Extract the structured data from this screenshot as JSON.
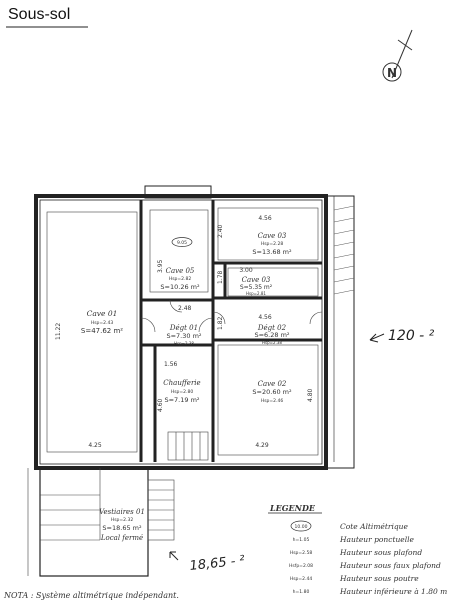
{
  "title": "Sous-sol",
  "north_label": "N",
  "rooms": {
    "cave01": {
      "name": "Cave 01",
      "hsp": "Hsp=2.43",
      "area": "S=47.62 m²"
    },
    "cave05": {
      "name": "Cave 05",
      "hsp": "Hsp=2.82",
      "area": "S=10.26 m²"
    },
    "cave03": {
      "name": "Cave 03",
      "hsp": "Hsp=2.28",
      "area": "S=13.68 m²"
    },
    "cave03b": {
      "name": "Cave 03",
      "hsp": "Hsp=2.81",
      "area": "S=5.35 m²"
    },
    "dgt01": {
      "name": "Dégt 01",
      "area": "S=7.30 m²",
      "hsp": "Hsp=2.38"
    },
    "dgt02": {
      "name": "Dégt 02",
      "area": "S=6.28 m²",
      "hsp": "Hsp=2.38"
    },
    "chaufferie": {
      "name": "Chaufferie",
      "hsp": "Hsp=2.80",
      "area": "S=7.19 m²"
    },
    "cave02": {
      "name": "Cave 02",
      "area": "S=20.60 m²",
      "hsp": "Hsp=2.46"
    },
    "vestiaires": {
      "name": "Vestiaires 01",
      "hsp": "Hsp=2.32",
      "area": "S=18.65 m²"
    },
    "local": {
      "name": "Local fermé"
    }
  },
  "dimensions": {
    "d1": "4.56",
    "d2": "2.40",
    "d3": "3.00",
    "d4": "1.78",
    "d5": "3.95",
    "d6": "2.48",
    "d7": "11.22",
    "d8": "1.82",
    "d9": "4.56",
    "d10": "1.56",
    "d11": "4.80",
    "d12": "4.60",
    "d13": "4.25",
    "d14": "4.29",
    "d15": "9.05"
  },
  "annotations": {
    "hand_right": "120 - ²",
    "hand_bottom": "18,65 - ²"
  },
  "legend": {
    "title": "LEGENDE",
    "items": [
      {
        "symbol": "10.00",
        "text": "Cote Altimétrique"
      },
      {
        "symbol": "h=1.05",
        "text": "Hauteur ponctuelle"
      },
      {
        "symbol": "Hsp=2.58",
        "text": "Hauteur sous plafond"
      },
      {
        "symbol": "Hsfp=2.08",
        "text": "Hauteur sous faux plafond"
      },
      {
        "symbol": "Hsp=2.44",
        "text": "Hauteur sous poutre"
      },
      {
        "symbol": "h=1.80",
        "text": "Hauteur inférieure à 1.80 m"
      }
    ]
  },
  "nota": "NOTA : Système altimétrique indépendant."
}
